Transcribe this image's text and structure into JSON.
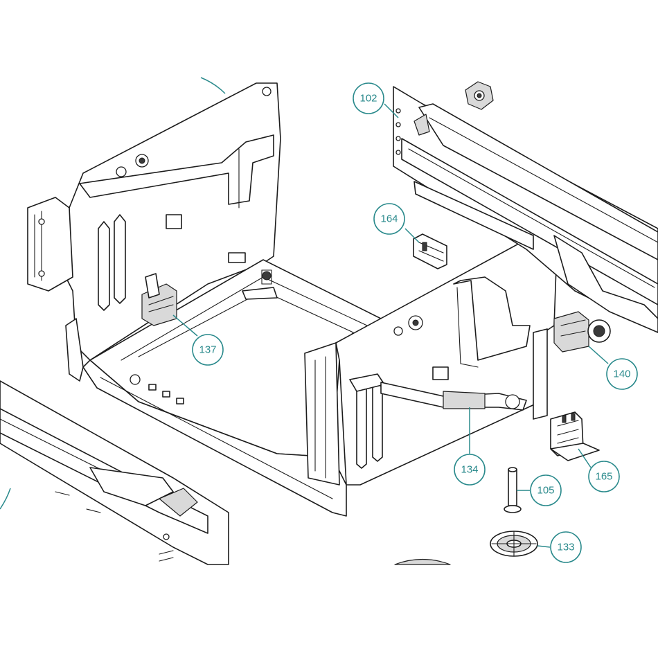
{
  "diagram": {
    "callout_color": "#2a8a8c",
    "callouts": [
      {
        "id": "102",
        "label": "102",
        "part": "rear-rail-bracket"
      },
      {
        "id": "164",
        "label": "164",
        "part": "small-clip"
      },
      {
        "id": "137",
        "label": "137",
        "part": "switch-assembly"
      },
      {
        "id": "140",
        "label": "140",
        "part": "inlet-valve"
      },
      {
        "id": "134",
        "label": "134",
        "part": "rod-assembly"
      },
      {
        "id": "165",
        "label": "165",
        "part": "bracket-clip"
      },
      {
        "id": "105",
        "label": "105",
        "part": "pin"
      },
      {
        "id": "133",
        "label": "133",
        "part": "foot-disc"
      }
    ]
  }
}
